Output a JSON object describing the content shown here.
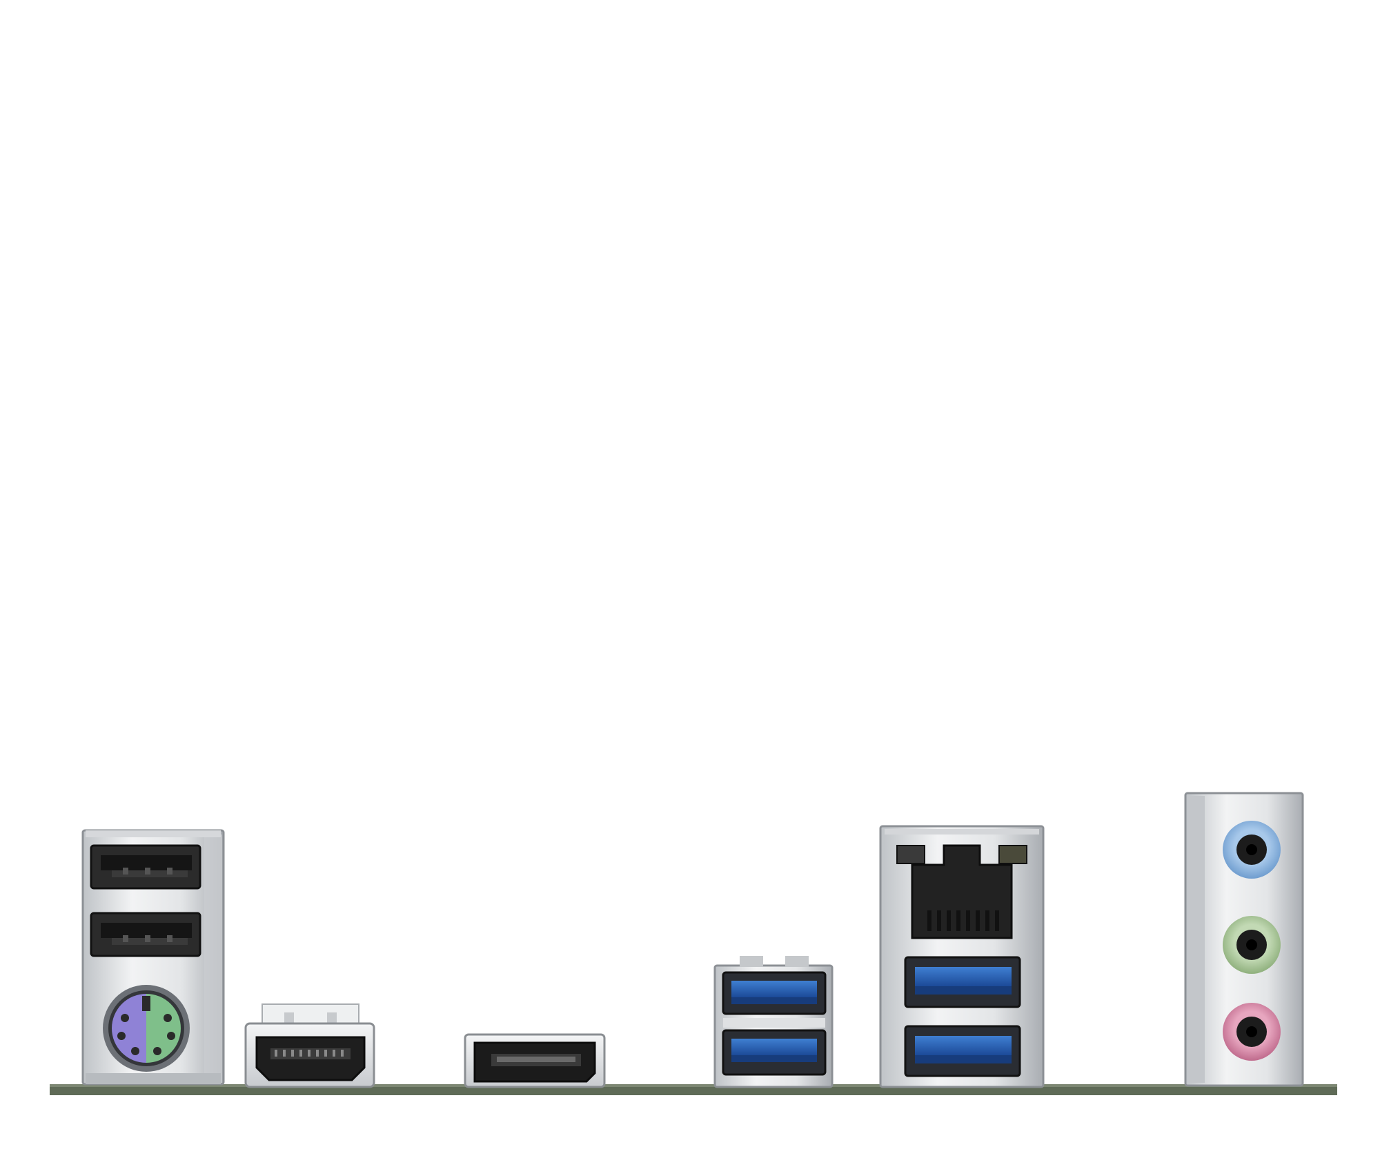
{
  "scene": {
    "background_color": "#ffffff",
    "pcb_color": "#5f6b57",
    "ports": [
      {
        "name": "usb2-ps2-stack",
        "components": [
          "usb-a-port",
          "usb-a-port",
          "ps2-combo-port"
        ],
        "ps2_colors": {
          "keyboard": "#8f82d6",
          "mouse": "#7fbf8a"
        }
      },
      {
        "name": "hdmi-port"
      },
      {
        "name": "displayport-port"
      },
      {
        "name": "usb3-stack",
        "components": [
          "usb-a-port",
          "usb-a-port"
        ],
        "tongue_color": "#1f4fa6"
      },
      {
        "name": "rj45-usb3-stack",
        "components": [
          "rj45-port",
          "usb-a-port",
          "usb-a-port"
        ],
        "tongue_color": "#1f4fa6"
      },
      {
        "name": "audio-jack-stack",
        "components": [
          "line-in-jack",
          "line-out-jack",
          "mic-jack"
        ],
        "jack_colors": [
          "#86b4e0",
          "#a9c99a",
          "#d58aa6"
        ]
      }
    ]
  }
}
